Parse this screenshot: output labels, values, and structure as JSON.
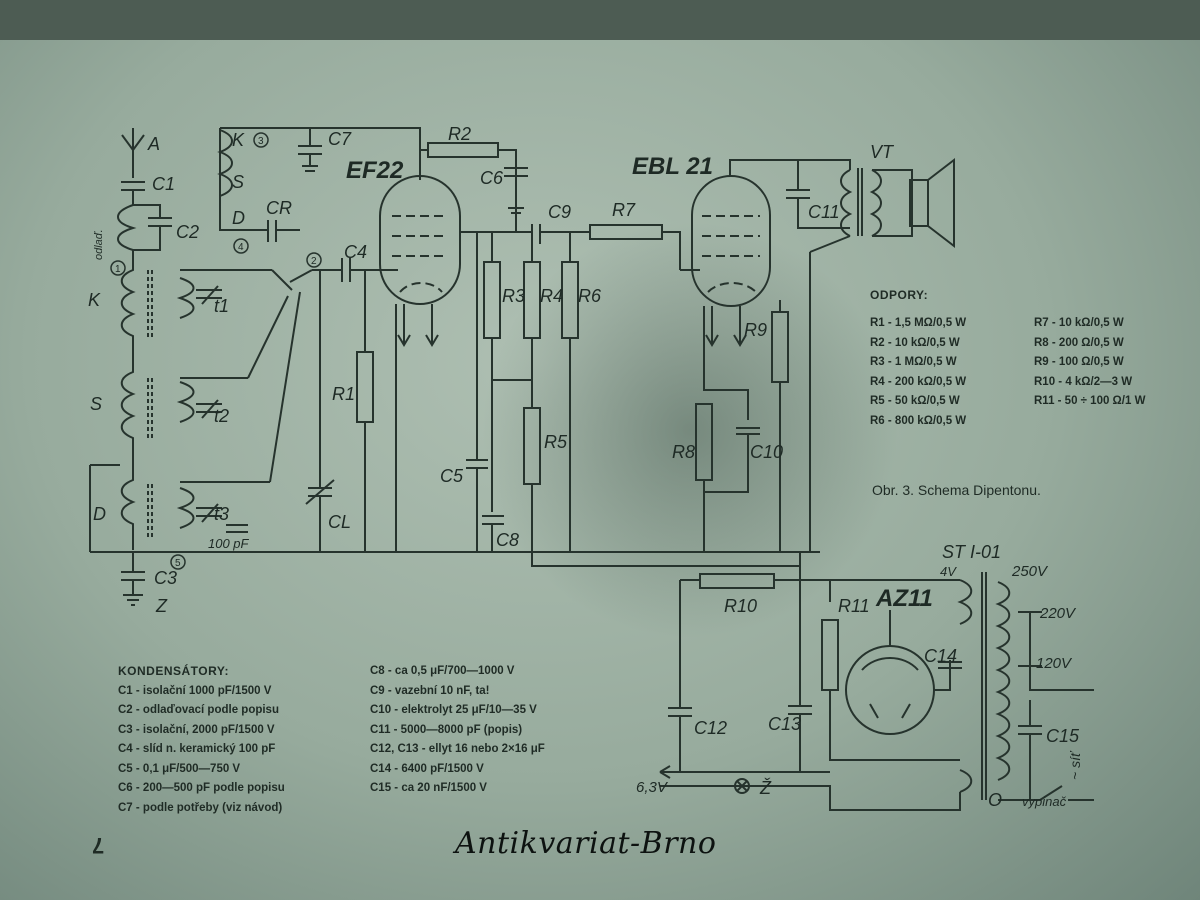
{
  "header": {
    "caption": "Obr. 3. Schema Dipentonu.",
    "page_number": "7",
    "watermark": "Antikvariat-Brno"
  },
  "tubes": {
    "ef22": "EF22",
    "ebl21": "EBL 21",
    "az11": "AZ11",
    "vt": "VT",
    "st101": "ST I-01"
  },
  "labels": {
    "a": "A",
    "k": "K",
    "s": "S",
    "d": "D",
    "z": "Z",
    "c1": "C1",
    "c2": "C2",
    "c3": "C3",
    "c4": "C4",
    "c5": "C5",
    "c6": "C6",
    "c7": "C7",
    "c8": "C8",
    "c9": "C9",
    "c10": "C10",
    "c11": "C11",
    "c12": "C12",
    "c13": "C13",
    "c14": "C14",
    "c15": "C15",
    "cr": "CR",
    "cl": "CL",
    "r1": "R1",
    "r2": "R2",
    "r3": "R3",
    "r4": "R4",
    "r5": "R5",
    "r6": "R6",
    "r7": "R7",
    "r8": "R8",
    "r9": "R9",
    "r10": "R10",
    "r11": "R11",
    "t1": "t1",
    "t2": "t2",
    "t3": "t3",
    "n1": "1",
    "n2": "2",
    "n3": "3",
    "n4": "4",
    "n5": "5",
    "odladovac": "odlaď.",
    "c100pf": "100 pF",
    "v4": "4V",
    "v250": "250V",
    "v220": "220V",
    "v120": "120V",
    "v63": "6,3V",
    "zar": "Ž",
    "o": "O",
    "sit": "~ síť",
    "vypinac": "vypinač",
    "kk": "K",
    "ss": "S",
    "dd": "D"
  },
  "odpory": {
    "title": "ODPORY:",
    "left": [
      "R1 - 1,5 MΩ/0,5 W",
      "R2 - 10 kΩ/0,5 W",
      "R3 - 1 MΩ/0,5 W",
      "R4 - 200 kΩ/0,5 W",
      "R5 - 50 kΩ/0,5 W",
      "R6 - 800 kΩ/0,5 W"
    ],
    "right": [
      "R7 - 10 kΩ/0,5 W",
      "R8 - 200 Ω/0,5 W",
      "R9 - 100 Ω/0,5 W",
      "R10 - 4 kΩ/2—3 W",
      "R11 - 50 ÷ 100 Ω/1 W"
    ]
  },
  "kondensatory": {
    "title": "KONDENSÁTORY:",
    "left": [
      "C1 - isolační 1000 pF/1500 V",
      "C2 - odlaďovací podle popisu",
      "C3 - isolační, 2000 pF/1500 V",
      "C4 - slíd n. keramický 100 pF",
      "C5 - 0,1 μF/500—750 V",
      "C6 - 200—500 pF podle popisu",
      "C7 - podle potřeby (viz návod)"
    ],
    "right": [
      "C8 - ca 0,5 μF/700—1000 V",
      "C9 - vazební 10 nF, ta!",
      "C10 - elektrolyt 25 μF/10—35 V",
      "C11 - 5000—8000 pF (popis)",
      "C12, C13 - ellyt 16 nebo 2×16 μF",
      "C14 - 6400 pF/1500 V",
      "C15 - ca 20 nF/1500 V"
    ]
  }
}
